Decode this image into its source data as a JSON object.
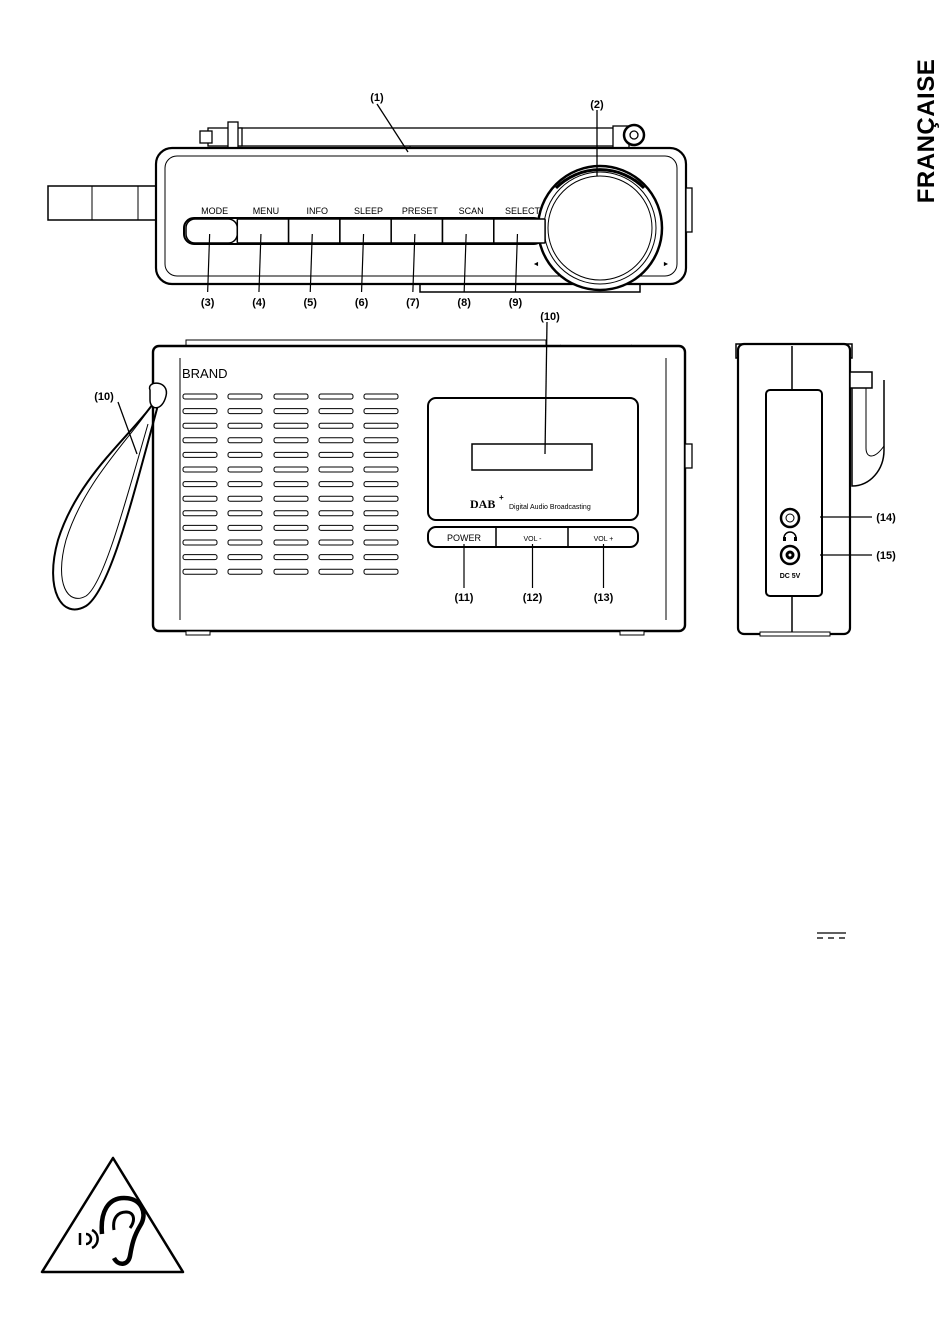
{
  "side_tab": "FRANÇAISE",
  "top_view": {
    "buttons": [
      "MODE",
      "MENU",
      "INFO",
      "SLEEP",
      "PRESET",
      "SCAN",
      "SELECT"
    ],
    "button_callouts": [
      "(3)",
      "(4)",
      "(5)",
      "(6)",
      "(7)",
      "(8)",
      "(9)"
    ],
    "antenna_callout": "(1)",
    "knob_callout": "(2)",
    "knob_left_arrow": "◄",
    "knob_right_arrow": "►"
  },
  "front_view": {
    "brand": "BRAND",
    "display_callout": "(10)",
    "strap_callout": "(10)",
    "dab_logo": "DAB",
    "dab_plus": "+",
    "dab_tagline": "Digital Audio Broadcasting",
    "buttons": [
      "POWER",
      "VOL -",
      "VOL +"
    ],
    "button_callouts": [
      "(11)",
      "(12)",
      "(13)"
    ]
  },
  "side_view": {
    "headphone_callout": "(14)",
    "dc_callout": "(15)",
    "dc_label": "DC 5V"
  },
  "icons": {
    "dc_symbol": "dc-symbol-icon",
    "hearing_warning": "hearing-warning-icon"
  }
}
